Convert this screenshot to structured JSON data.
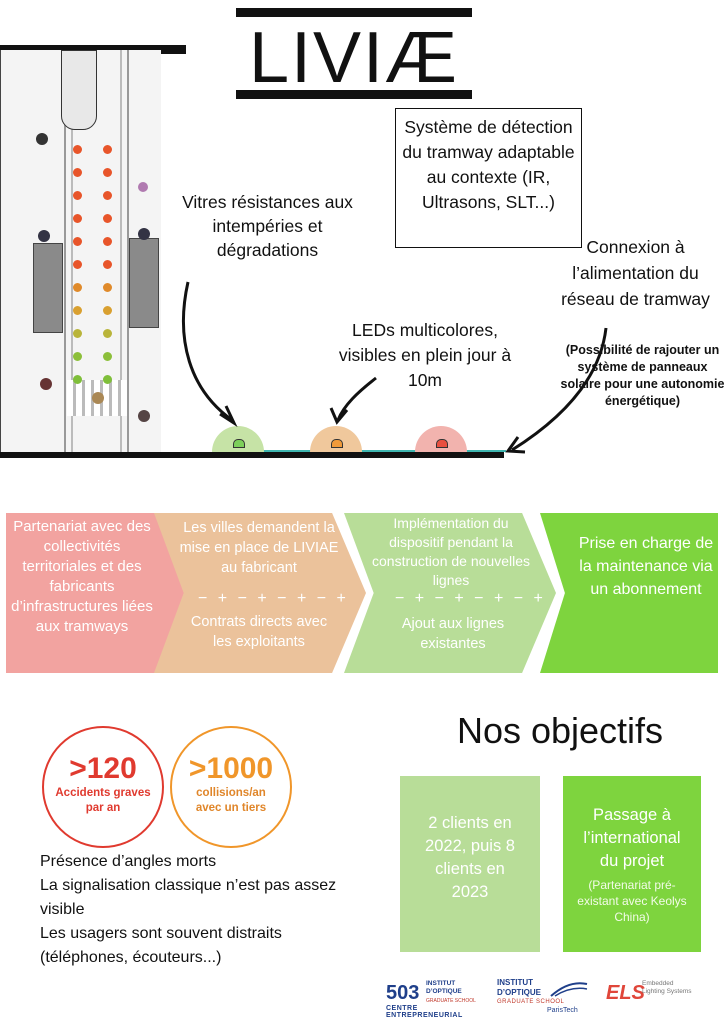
{
  "title": "LIVIÆ",
  "annotations": {
    "windows": "Vitres résistances aux intempéries et dégradations",
    "detection": "Système de détection du tramway adaptable au contexte (IR, Ultrasons, SLT...)",
    "power": "Connexion à l’alimentation du réseau de tramway",
    "power_note": "(Possibilité de rajouter un système de panneaux solaire pour une autonomie énergétique)",
    "leds": "LEDs multicolores, visibles en plein jour à 10m"
  },
  "process": {
    "step1": "Partenariat avec des collectivités territoriales et des fabricants d’infrastructures liées aux tramways",
    "step2_top": "Les villes demandent la mise en place de LIVIAE au fabricant",
    "step2_sep": "− + − + − + − +",
    "step2_bottom": "Contrats directs avec les exploitants",
    "step3_top": "Implémentation du dispositif pendant la construction de nouvelles lignes",
    "step3_sep": "− + − + − + − +",
    "step3_bottom": "Ajout aux lignes existantes",
    "step4": "Prise en charge de la maintenance via un abonnement"
  },
  "stats": [
    {
      "value": ">120",
      "label": "Accidents graves par an",
      "color": "#e03a2f"
    },
    {
      "value": ">1000",
      "label": "collisions/an avec un tiers",
      "color": "#f0962a"
    }
  ],
  "issues": [
    "Présence d’angles morts",
    "La signalisation classique n’est pas assez visible",
    "Les usagers sont souvent distraits (téléphones, écouteurs...)"
  ],
  "objectives": {
    "title": "Nos objectifs",
    "obj1": "2 clients en 2022, puis 8 clients en 2023",
    "obj2_title": "Passage à l’international du projet",
    "obj2_note": "(Partenariat pré-existant avec Keolys China)"
  },
  "logos": {
    "l1_num": "503",
    "l1_name": "INSTITUT D’OPTIQUE",
    "l1_sub": "GRADUATE SCHOOL",
    "l1_bottom": "CENTRE ENTREPRENEURIAL",
    "l2_name": "INSTITUT D’OPTIQUE",
    "l2_sub": "GRADUATE SCHOOL",
    "l2_bottom": "ParisTech",
    "l3_abbr": "ELS",
    "l3_name": "Embedded Lighting Systems"
  },
  "colors": {
    "pink": "#f2a3a0",
    "tan": "#ebc29b",
    "light_green": "#b8dd98",
    "green": "#7ed43e",
    "dark": "#111111"
  }
}
